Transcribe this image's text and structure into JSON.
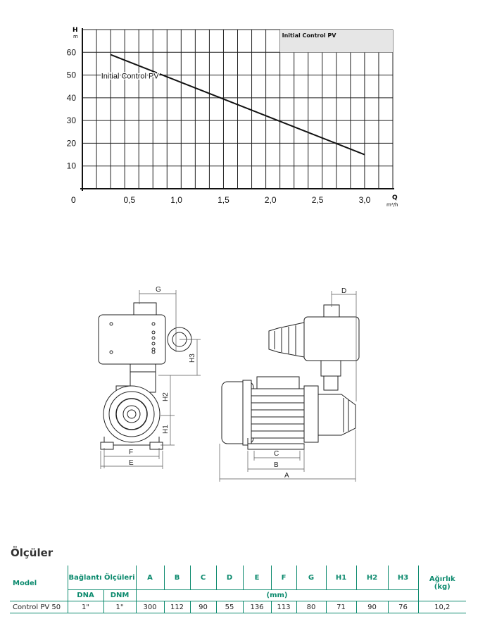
{
  "chart_data": {
    "type": "line",
    "legend_box": "Initial Control PV",
    "series": [
      {
        "name": "Initial Control PV",
        "x": [
          0.3,
          3.0
        ],
        "y": [
          59,
          15
        ]
      }
    ],
    "y_axis_symbol": "H",
    "y_axis_unit": "m",
    "x_axis_symbol": "Q",
    "x_axis_unit": "m³/h",
    "xlim": [
      0,
      3.3
    ],
    "ylim": [
      0,
      70
    ],
    "x_ticks": [
      "0,5",
      "1,0",
      "1,5",
      "2,0",
      "2,5",
      "3,0"
    ],
    "y_ticks": [
      "10",
      "20",
      "30",
      "40",
      "50",
      "60"
    ],
    "origin_label": "0",
    "grid": true
  },
  "drawing": {
    "labels": {
      "G": "G",
      "H3": "H3",
      "H2": "H2",
      "H1": "H1",
      "F": "F",
      "E": "E",
      "D": "D",
      "C": "C",
      "B": "B",
      "A": "A"
    }
  },
  "dimensions": {
    "title": "Ölçüler",
    "headers": {
      "model": "Model",
      "connection": "Bağlantı Ölçüleri",
      "dna": "DNA",
      "dnm": "DNM",
      "A": "A",
      "B": "B",
      "C": "C",
      "D": "D",
      "E": "E",
      "F": "F",
      "G": "G",
      "H1": "H1",
      "H2": "H2",
      "H3": "H3",
      "unit": "(mm)",
      "weight": "Ağırlık",
      "weight_unit": "(kg)"
    },
    "rows": [
      {
        "model": "Control PV 50",
        "dna": "1\"",
        "dnm": "1\"",
        "A": "300",
        "B": "112",
        "C": "90",
        "D": "55",
        "E": "136",
        "F": "113",
        "G": "80",
        "H1": "71",
        "H2": "90",
        "H3": "76",
        "weight": "10,2"
      }
    ]
  }
}
